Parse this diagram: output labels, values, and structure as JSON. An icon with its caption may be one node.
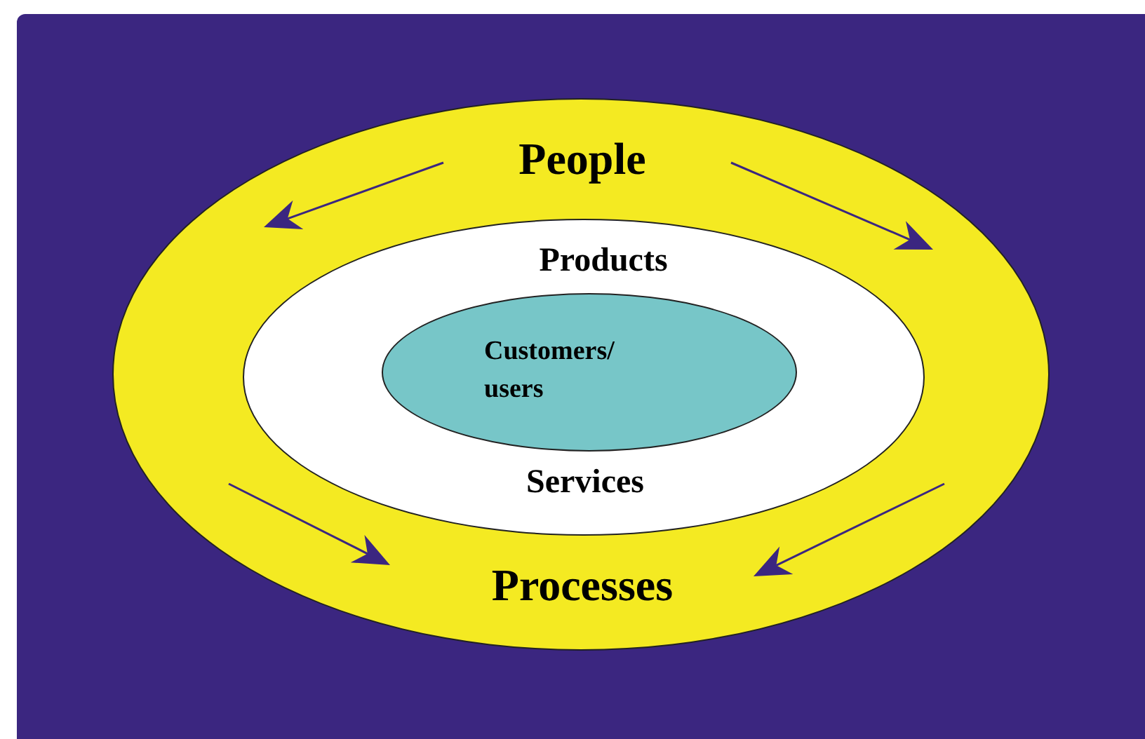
{
  "diagram": {
    "nodes": [
      {
        "text": [
          "People",
          "Processes"
        ]
      },
      {
        "text": [
          "Products",
          "Services"
        ],
        "in": 0
      },
      {
        "text": [
          "Customers/ users"
        ],
        "in": 1
      }
    ]
  }
}
